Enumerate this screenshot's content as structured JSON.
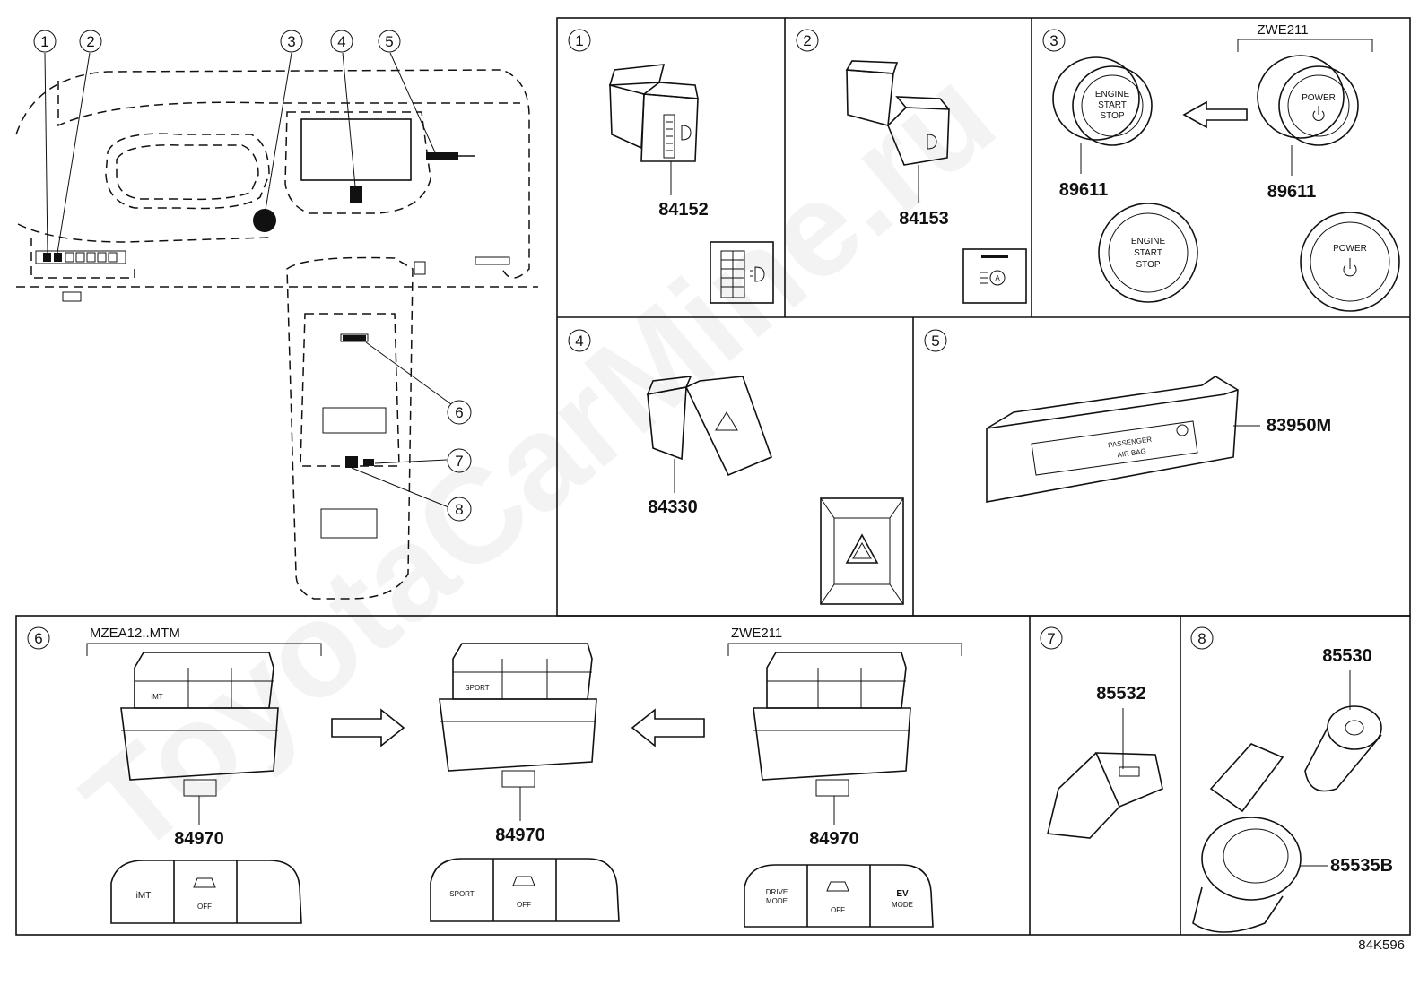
{
  "watermark": "ToyotaCarMine.ru",
  "diagram_code": "84K596",
  "callouts": [
    "1",
    "2",
    "3",
    "4",
    "5",
    "6",
    "7",
    "8"
  ],
  "panels": {
    "p1": {
      "callout": "1",
      "part": "84152"
    },
    "p2": {
      "callout": "2",
      "part": "84153"
    },
    "p3": {
      "callout": "3",
      "model": "ZWE211",
      "part_left": "89611",
      "part_right": "89611",
      "engine_start_line1": "ENGINE",
      "engine_start_line2": "START",
      "engine_start_line3": "STOP",
      "power_label": "POWER"
    },
    "p4": {
      "callout": "4",
      "part": "84330"
    },
    "p5": {
      "callout": "5",
      "part": "83950M",
      "airbag_line1": "PASSENGER",
      "airbag_line2": "AIR BAG"
    },
    "p6": {
      "callout": "6",
      "model_left": "MZEA12..MTM",
      "model_right": "ZWE211",
      "part_left": "84970",
      "part_center": "84970",
      "part_right": "84970",
      "switch_imt": "iMT",
      "switch_off": "OFF",
      "switch_sport": "SPORT",
      "drive_mode_line1": "DRIVE",
      "drive_mode_line2": "MODE",
      "ev_line1": "EV",
      "ev_line2": "MODE"
    },
    "p7": {
      "callout": "7",
      "part": "85532"
    },
    "p8": {
      "callout": "8",
      "part_top": "85530",
      "part_bottom": "85535B"
    }
  },
  "colors": {
    "line": "#111111",
    "watermark": "#bbbbbb",
    "background": "#ffffff"
  }
}
